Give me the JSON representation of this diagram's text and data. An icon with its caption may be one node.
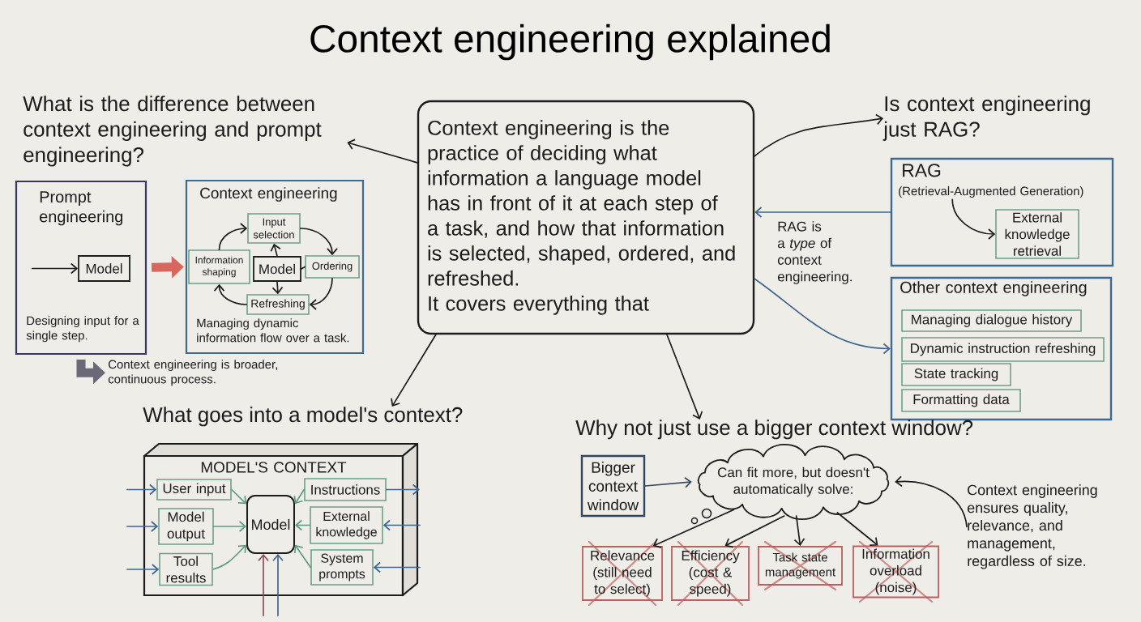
{
  "diagram": {
    "title": "Context engineering explained",
    "nodes": [
      {
        "text": [
          "What is the difference between context engineering and prompt engineering?"
        ]
      },
      {
        "text": [
          "Context engineering is the practice of deciding what information a language model has in front of it at each step of a task, and how that information is selected, shaped, ordered, and refreshed.",
          "It covers everything that"
        ]
      },
      {
        "text": [
          "Is context engineering just RAG?"
        ]
      },
      {
        "text": [
          "Prompt engineering",
          "Designing input for a single step."
        ]
      },
      {
        "text": [
          "Model"
        ],
        "in": 3
      },
      {
        "text": [
          "Context engineering",
          "Managing dynamic information flow over a task."
        ]
      },
      {
        "text": [
          "Input selection"
        ],
        "in": 5
      },
      {
        "text": [
          "Information shaping"
        ],
        "in": 5
      },
      {
        "text": [
          "Model"
        ],
        "in": 5
      },
      {
        "text": [
          "Ordering"
        ],
        "in": 5
      },
      {
        "text": [
          "Refreshing"
        ],
        "in": 5
      },
      {
        "text": [
          "RAG"
        ]
      },
      {
        "text": [
          "(Retrieval-Augmented Generation)"
        ],
        "in": 11
      },
      {
        "text": [
          "External knowledge retrieval"
        ],
        "in": 11
      },
      {
        "text": [
          "Other context engineering"
        ]
      },
      {
        "text": [
          "Managing dialogue history"
        ],
        "in": 14
      },
      {
        "text": [
          "Dynamic instruction refreshing"
        ],
        "in": 14
      },
      {
        "text": [
          "State tracking"
        ],
        "in": 14
      },
      {
        "text": [
          "Formatting data"
        ],
        "in": 14
      },
      {
        "text": [
          "Context engineering is broader, continuous process."
        ]
      },
      {
        "text": [
          "What goes into a model's context?"
        ]
      },
      {
        "text": [
          "Why not just use a bigger context window?"
        ]
      },
      {
        "text": [
          "MODEL'S CONTEXT"
        ]
      },
      {
        "text": [
          "User input"
        ],
        "in": 22
      },
      {
        "text": [
          "Instructions"
        ],
        "in": 22
      },
      {
        "text": [
          "Model output"
        ],
        "in": 22
      },
      {
        "text": [
          "Model"
        ],
        "in": 22
      },
      {
        "text": [
          "External knowledge"
        ],
        "in": 22
      },
      {
        "text": [
          "Tool results"
        ],
        "in": 22
      },
      {
        "text": [
          "System prompts"
        ],
        "in": 22
      },
      {
        "text": [
          "Bigger context window"
        ]
      },
      {
        "text": [
          "Can fit more, but doesn't automatically solve:"
        ]
      },
      {
        "text": [
          "Context engineering ensures quality, relevance, and management, regardless of size."
        ]
      },
      {
        "text": [
          "Relevance (still need to select)"
        ]
      },
      {
        "text": [
          "Efficiency (cost & speed)"
        ]
      },
      {
        "text": [
          "Task state management"
        ]
      },
      {
        "text": [
          "Information overload (noise)"
        ]
      }
    ],
    "edges": [
      {
        "from": 1,
        "to": 0,
        "arrow": "to"
      },
      {
        "from": 1,
        "to": 2,
        "arrow": "to"
      },
      {
        "from": 11,
        "to": 1,
        "arrow": "to",
        "label": "RAG is a *type* of context engineering.",
        "color": "#3d6590"
      },
      {
        "from": 1,
        "to": 14,
        "arrow": "to",
        "color": "#3d6590"
      },
      {
        "from": 1,
        "to": 20,
        "arrow": "to"
      },
      {
        "from": 1,
        "to": 21,
        "arrow": "to"
      },
      {
        "from": null,
        "to": 4,
        "arrow": "to"
      },
      {
        "from": 3,
        "to": 5,
        "arrow": "to",
        "style": "thick",
        "color": "#d9665f"
      },
      {
        "from": 7,
        "to": 6,
        "arrow": "to"
      },
      {
        "from": 6,
        "to": 9,
        "arrow": "to"
      },
      {
        "from": 9,
        "to": 10,
        "arrow": "to"
      },
      {
        "from": 10,
        "to": 7,
        "arrow": "to"
      },
      {
        "from": 8,
        "to": 6,
        "arrow": "to"
      },
      {
        "from": 8,
        "to": 10,
        "arrow": "to"
      },
      {
        "from": 8,
        "to": 9,
        "arrow": "none"
      },
      {
        "from": 12,
        "to": 13,
        "arrow": "to"
      },
      {
        "from": 3,
        "to": 19,
        "arrow": "to",
        "style": "thick",
        "color": "#6b6878"
      },
      {
        "from": null,
        "to": 23,
        "arrow": "to",
        "color": "#3d6590"
      },
      {
        "from": null,
        "to": 25,
        "arrow": "to",
        "color": "#3d6590"
      },
      {
        "from": null,
        "to": 28,
        "arrow": "to",
        "color": "#3d6590"
      },
      {
        "from": 24,
        "to": null,
        "arrow": "to",
        "color": "#3d6590"
      },
      {
        "from": null,
        "to": 27,
        "arrow": "to",
        "color": "#3d6590"
      },
      {
        "from": null,
        "to": 29,
        "arrow": "to",
        "color": "#3d6590"
      },
      {
        "from": 23,
        "to": 26,
        "arrow": "to",
        "color": "#5f9b83"
      },
      {
        "from": 25,
        "to": 26,
        "arrow": "to",
        "color": "#5f9b83"
      },
      {
        "from": 28,
        "to": 26,
        "arrow": "to",
        "color": "#5f9b83"
      },
      {
        "from": 24,
        "to": 26,
        "arrow": "to",
        "color": "#5f9b83"
      },
      {
        "from": 27,
        "to": 26,
        "arrow": "to",
        "color": "#5f9b83"
      },
      {
        "from": 29,
        "to": 26,
        "arrow": "to",
        "color": "#5f9b83"
      },
      {
        "from": null,
        "to": 26,
        "arrow": "to",
        "color": "#8a4b5b"
      },
      {
        "from": null,
        "to": 26,
        "arrow": "to",
        "color": "#3d6590"
      },
      {
        "from": 30,
        "to": 31,
        "arrow": "to",
        "color": "#34495e"
      },
      {
        "from": 31,
        "to": 33,
        "arrow": "to"
      },
      {
        "from": 31,
        "to": 34,
        "arrow": "to"
      },
      {
        "from": 31,
        "to": 35,
        "arrow": "to"
      },
      {
        "from": 31,
        "to": 36,
        "arrow": "to"
      },
      {
        "from": 32,
        "to": 31,
        "arrow": "to"
      }
    ]
  }
}
